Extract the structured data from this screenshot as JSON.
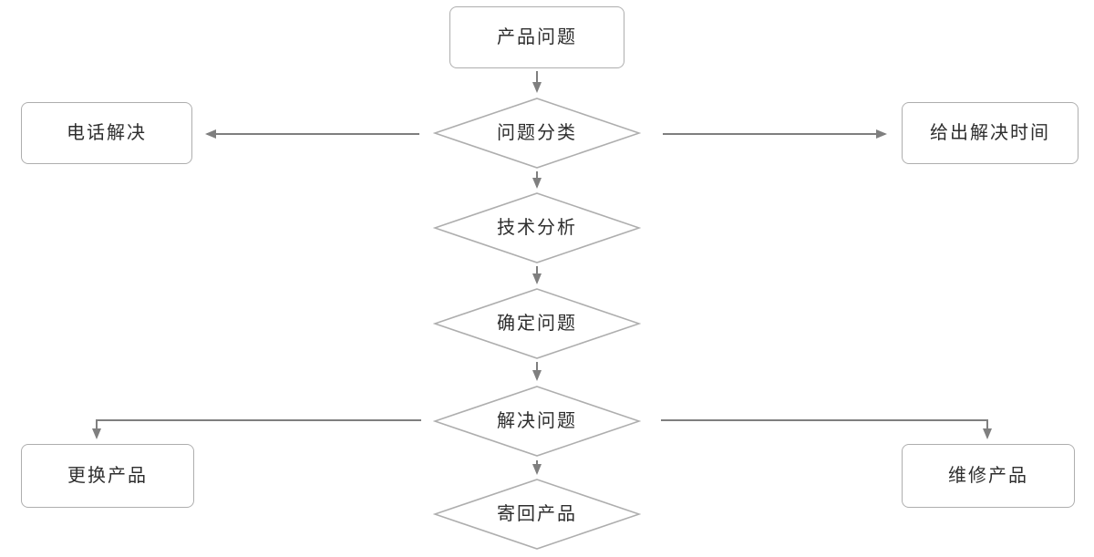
{
  "diagram": {
    "type": "flowchart",
    "language": "zh-CN",
    "background": "#ffffff",
    "colors": {
      "shape_border": "#aeaeae",
      "shape_fill": "#ffffff",
      "connector": "#7f7f7f",
      "label_text": "#2e2e2e"
    },
    "nodes": {
      "product_issue": {
        "label": "产品问题",
        "shape": "rectangle"
      },
      "classify": {
        "label": "问题分类",
        "shape": "diamond"
      },
      "phone_resolve": {
        "label": "电话解决",
        "shape": "rectangle"
      },
      "give_time": {
        "label": "给出解决时间",
        "shape": "rectangle"
      },
      "tech_analysis": {
        "label": "技术分析",
        "shape": "diamond"
      },
      "confirm_issue": {
        "label": "确定问题",
        "shape": "diamond"
      },
      "solve_issue": {
        "label": "解决问题",
        "shape": "diamond"
      },
      "replace_product": {
        "label": "更换产品",
        "shape": "rectangle"
      },
      "repair_product": {
        "label": "维修产品",
        "shape": "rectangle"
      },
      "return_product": {
        "label": "寄回产品",
        "shape": "diamond"
      }
    },
    "edges": [
      {
        "from": "product_issue",
        "to": "classify",
        "style": "arrow-down"
      },
      {
        "from": "classify",
        "to": "phone_resolve",
        "style": "arrow-left"
      },
      {
        "from": "classify",
        "to": "give_time",
        "style": "arrow-right"
      },
      {
        "from": "classify",
        "to": "tech_analysis",
        "style": "arrow-down"
      },
      {
        "from": "tech_analysis",
        "to": "confirm_issue",
        "style": "arrow-down"
      },
      {
        "from": "confirm_issue",
        "to": "solve_issue",
        "style": "arrow-down"
      },
      {
        "from": "solve_issue",
        "to": "replace_product",
        "style": "elbow-left-down"
      },
      {
        "from": "solve_issue",
        "to": "repair_product",
        "style": "elbow-right-down"
      },
      {
        "from": "solve_issue",
        "to": "return_product",
        "style": "arrow-down"
      }
    ]
  }
}
